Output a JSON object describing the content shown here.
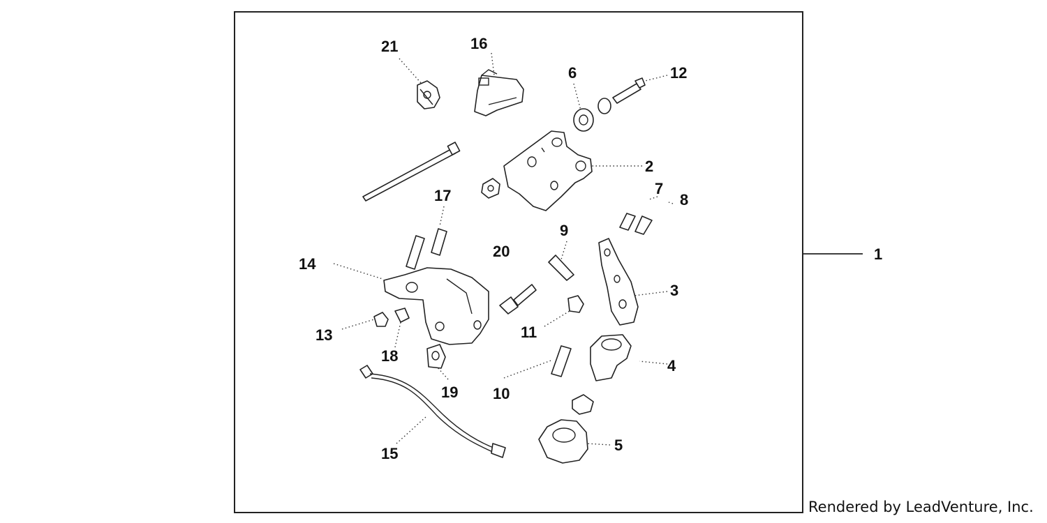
{
  "diagram": {
    "callouts": {
      "c1": "1",
      "c2": "2",
      "c3": "3",
      "c4": "4",
      "c5": "5",
      "c6": "6",
      "c7": "7",
      "c8": "8",
      "c9": "9",
      "c10": "10",
      "c11": "11",
      "c12": "12",
      "c13": "13",
      "c14": "14",
      "c15": "15",
      "c16": "16",
      "c17": "17",
      "c18": "18",
      "c19": "19",
      "c20": "20",
      "c21": "21"
    },
    "credit": "Rendered by LeadVenture, Inc."
  }
}
